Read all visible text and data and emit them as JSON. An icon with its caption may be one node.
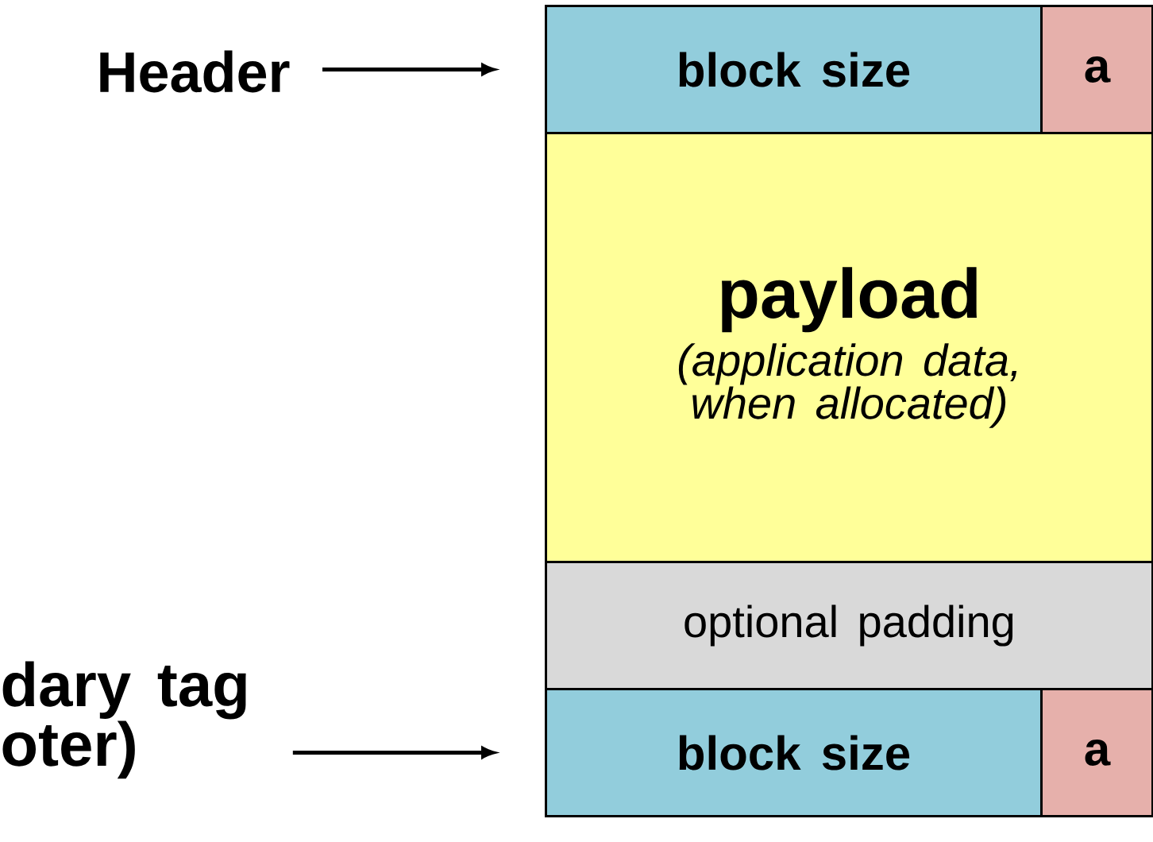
{
  "diagram": {
    "nodes": [
      {
        "text": [
          "Header"
        ]
      },
      {
        "text": [
          "block size"
        ]
      },
      {
        "text": [
          "a"
        ]
      },
      {
        "text": [
          "payload",
          "(application data, when allocated)"
        ]
      },
      {
        "text": [
          "optional padding"
        ]
      },
      {
        "text": [
          "block size"
        ]
      },
      {
        "text": [
          "a"
        ]
      },
      {
        "text": [
          "dary tag oter)"
        ]
      }
    ],
    "edges": [
      {
        "from": 0,
        "to": 1,
        "arrow": "to"
      },
      {
        "from": 7,
        "to": 5,
        "arrow": "to"
      }
    ]
  }
}
